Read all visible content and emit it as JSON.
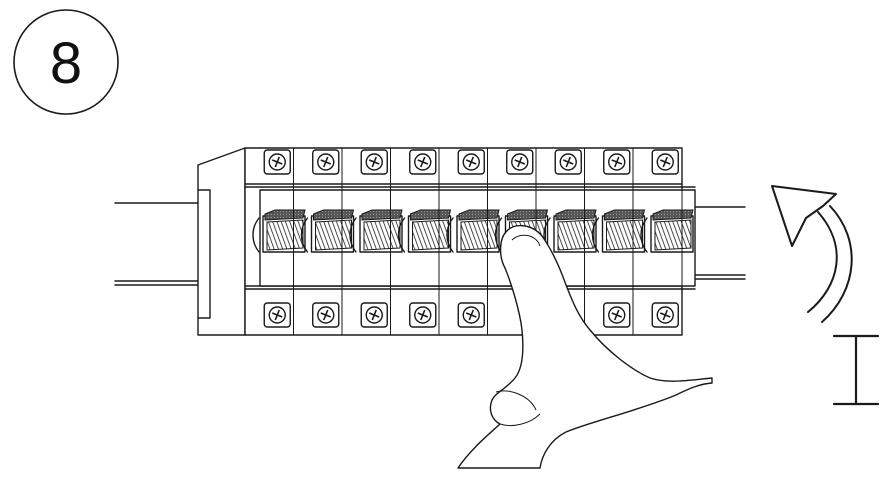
{
  "step": {
    "number": "8"
  },
  "position_mark": {
    "label": "I"
  },
  "icons": {
    "arrow": "curved-arrow-up-icon",
    "hand": "pointing-hand-icon",
    "screw": "screw-terminal-icon",
    "breaker": "circuit-breaker-icon"
  },
  "breakers": {
    "count": 9
  }
}
